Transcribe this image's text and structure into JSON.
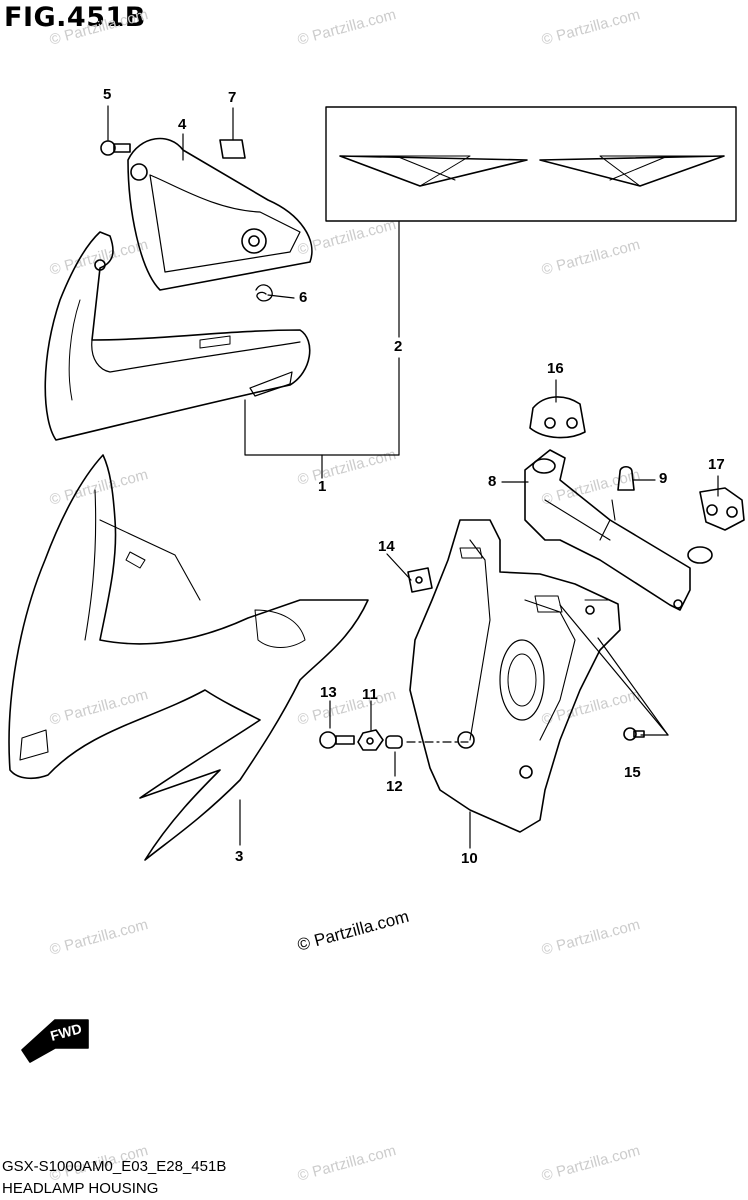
{
  "figure": {
    "title": "FIG.451B",
    "model_code": "GSX-S1000AM0_E03_E28_451B",
    "name": "HEADLAMP HOUSING"
  },
  "callouts": [
    "1",
    "2",
    "3",
    "4",
    "5",
    "6",
    "7",
    "8",
    "9",
    "10",
    "11",
    "12",
    "13",
    "14",
    "15",
    "16",
    "17"
  ],
  "watermark": {
    "text": "© Partzilla.com",
    "main_text": "© Partzilla.com"
  },
  "direction_badge": "FWD",
  "colors": {
    "line": "#000000",
    "watermark": "#cccccc",
    "background": "#ffffff"
  }
}
